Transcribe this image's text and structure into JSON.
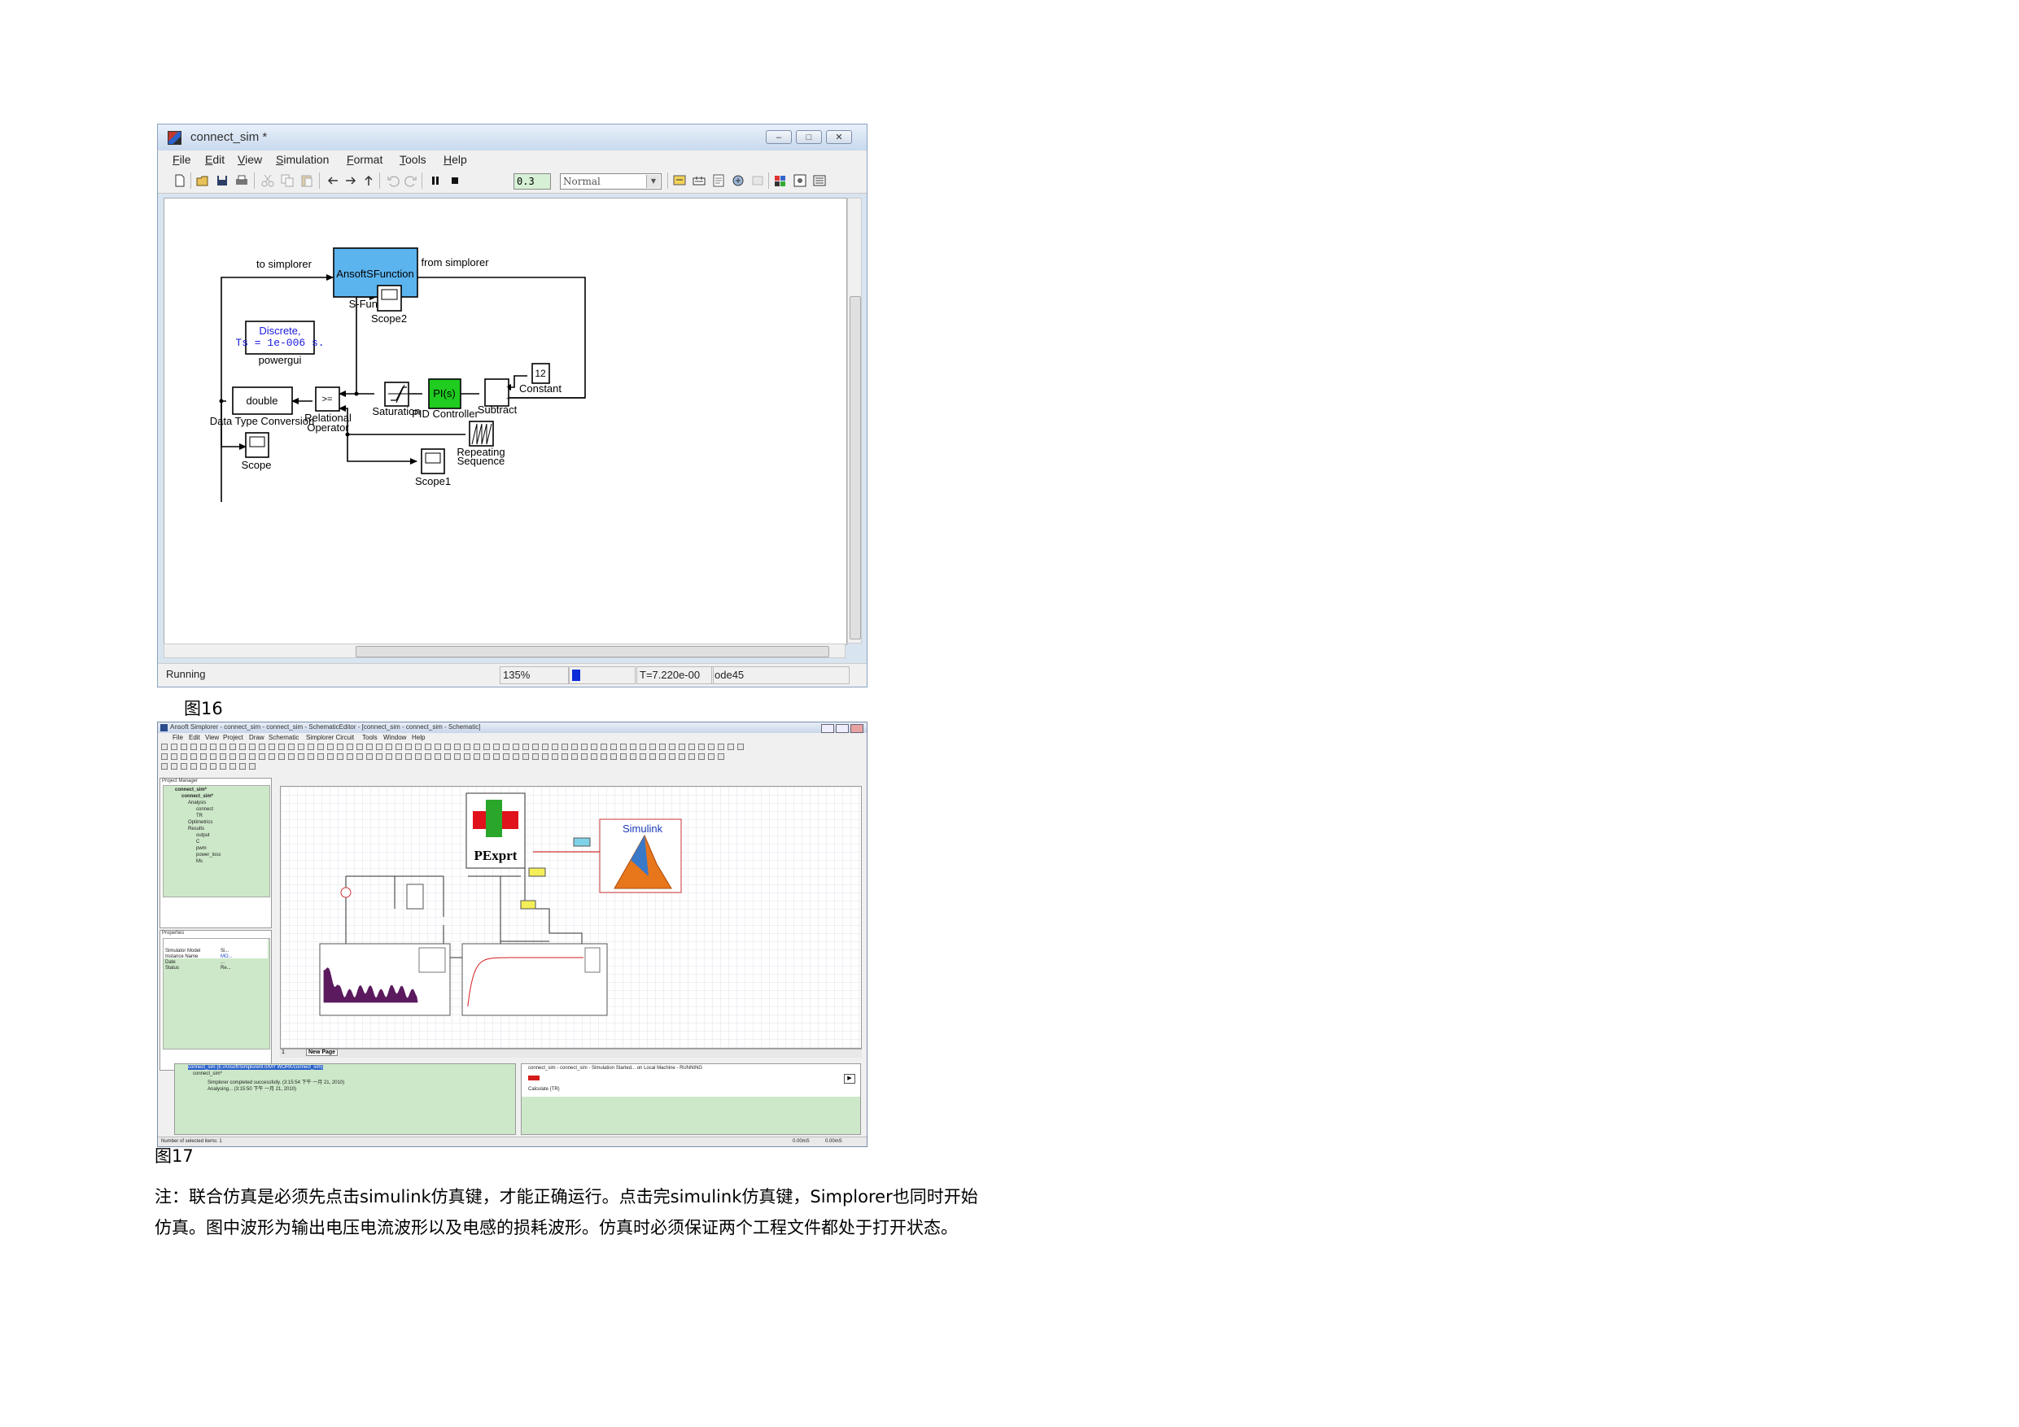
{
  "simulink": {
    "title": "connect_sim *",
    "menu": [
      "File",
      "Edit",
      "View",
      "Simulation",
      "Format",
      "Tools",
      "Help"
    ],
    "stop_time": "0.3",
    "sim_mode": "Normal",
    "blocks": {
      "sfunction_text": "AnsoftSFunction",
      "sfunction_label": "S-Function",
      "to_simplorer": "to simplorer",
      "from_simplorer": "from simplorer",
      "powergui_line1": "Discrete,",
      "powergui_line2": "Ts = 1e-006 s.",
      "powergui_label": "powergui",
      "scope2": "Scope2",
      "double_text": "double",
      "dtc_label": "Data Type Conversion",
      "relop_text": ">=",
      "relop_label1": "Relational",
      "relop_label2": "Operator",
      "saturation": "Saturation",
      "pid_text": "PI(s)",
      "pid_label": "PID Controller",
      "subtract": "Subtract",
      "constant_value": "12",
      "constant_label": "Constant",
      "repeating1": "Repeating",
      "repeating2": "Sequence",
      "scope": "Scope",
      "scope1": "Scope1"
    },
    "status": {
      "state": "Running",
      "zoom": "135%",
      "time": "T=7.220e-00",
      "solver": "ode45"
    }
  },
  "simplorer": {
    "title": "Ansoft Simplorer - connect_sim - connect_sim - SchematicEditor - [connect_sim - connect_sim - Schematic]",
    "menu": [
      "File",
      "Edit",
      "View",
      "Project",
      "Draw",
      "Schematic",
      "Simplorer Circuit",
      "Tools",
      "Window",
      "Help"
    ],
    "project_manager": "Project Manager",
    "tree": [
      "connect_sim*",
      "connect_sim*",
      "Analysis",
      "connect",
      "TR",
      "Optimetrics",
      "Results",
      "output",
      "C",
      "pwm",
      "power_loss",
      "Ms"
    ],
    "properties": "Properties",
    "prop_rows": [
      [
        "Simulator Model",
        "Si..."
      ],
      [
        "Instance Name",
        "MO..."
      ],
      [
        "Date",
        "..."
      ],
      [
        "Status",
        "Re..."
      ]
    ],
    "pexprt": "PExprt",
    "simulink_logo": "Simulink",
    "new_page": "New Page",
    "page_number": "1",
    "messages": [
      "connect_sim (E:/Ansoft/Simplorer8.0/MY WORK/connect_sim)",
      "connect_sim*",
      "Simplorer completed successfully. (3:15:54 下午 一月 21, 2010)",
      "Analysing... (3:15:50 下午 一月 21, 2010)"
    ],
    "progress": "connect_sim - connect_sim - Simulation Started... on Local Machine - RUNNING",
    "calculate": "Calculate (TR)",
    "selected": "Number of selected items: 1",
    "status_right": [
      "0.00mS",
      "0.00mS"
    ]
  },
  "captions": {
    "fig16": "图16",
    "fig17": "图17"
  },
  "note": "注：联合仿真是必须先点击simulink仿真键，才能正确运行。点击完simulink仿真键，Simplorer也同时开始仿真。图中波形为输出电压电流波形以及电感的损耗波形。仿真时必须保证两个工程文件都处于打开状态。",
  "colors": {
    "sfunction_fill": "#5cb4ee",
    "pid_fill": "#1fcc1f",
    "powergui_text": "#1a1adb",
    "plot1_trace": "#5b1a5e",
    "plot2_trace": "#d41c1c"
  }
}
